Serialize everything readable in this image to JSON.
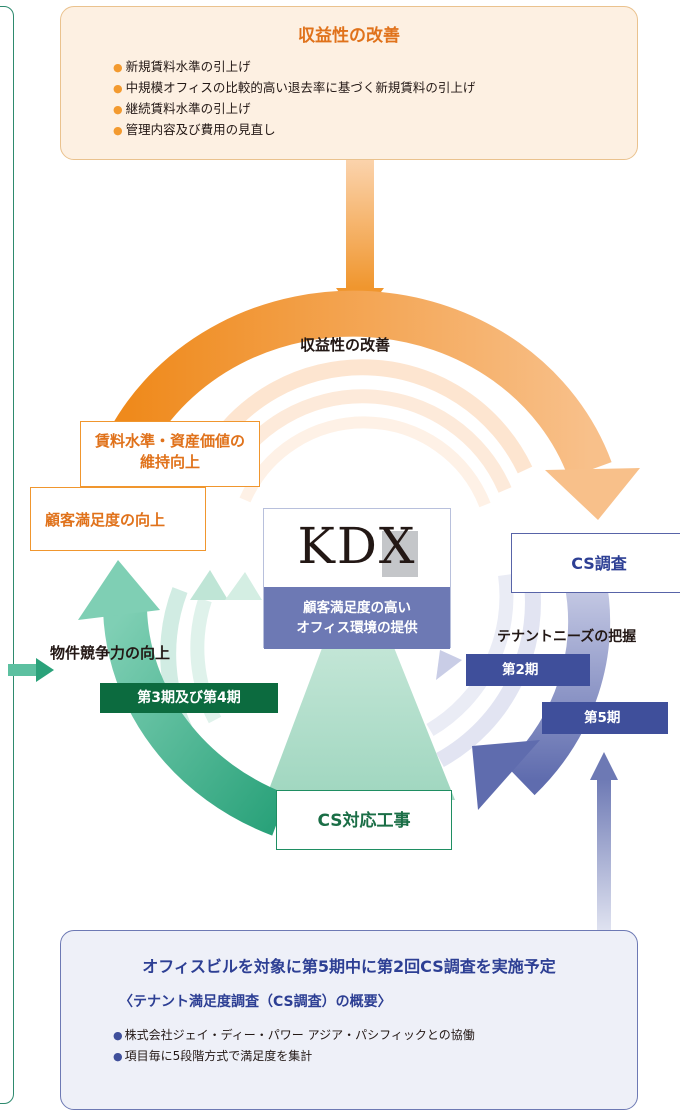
{
  "top_box": {
    "title": "収益性の改善",
    "items": [
      "新規賃料水準の引上げ",
      "中規模オフィスの比較的高い退去率に基づく新規賃料の引上げ",
      "継続賃料水準の引上げ",
      "管理内容及び費用の見直し"
    ]
  },
  "cycle": {
    "top_label": "収益性の改善",
    "rent_box": [
      "賃料水準・資産価値の",
      "維持向上"
    ],
    "satisfaction_box": "顧客満足度の向上",
    "center_logo": "KDX",
    "center_caption": [
      "顧客満足度の高い",
      "オフィス環境の提供"
    ],
    "cs_survey": "CS調査",
    "tenant_needs": "テナントニーズの把握",
    "period_2": "第2期",
    "period_5": "第5期",
    "competitiveness": "物件競争力の向上",
    "period_3_4": "第3期及び第4期",
    "cs_works": "CS対応工事"
  },
  "bottom_box": {
    "title": "オフィスビルを対象に第5期中に第2回CS調査を実施予定",
    "subtitle": "〈テナント満足度調査（CS調査）の概要〉",
    "items": [
      "株式会社ジェイ・ディー・パワー アジア・パシフィックとの協働",
      "項目毎に5段階方式で満足度を集計"
    ]
  },
  "colors": {
    "orange": "#f39a2f",
    "blue": "#6d79b4",
    "navy": "#3f4f9b",
    "green": "#2aa27a",
    "dark_green": "#0c6b3f"
  },
  "icons": [
    "dot-bullet-icon",
    "arrow-down-icon",
    "arrow-up-icon",
    "arrow-right-icon"
  ]
}
